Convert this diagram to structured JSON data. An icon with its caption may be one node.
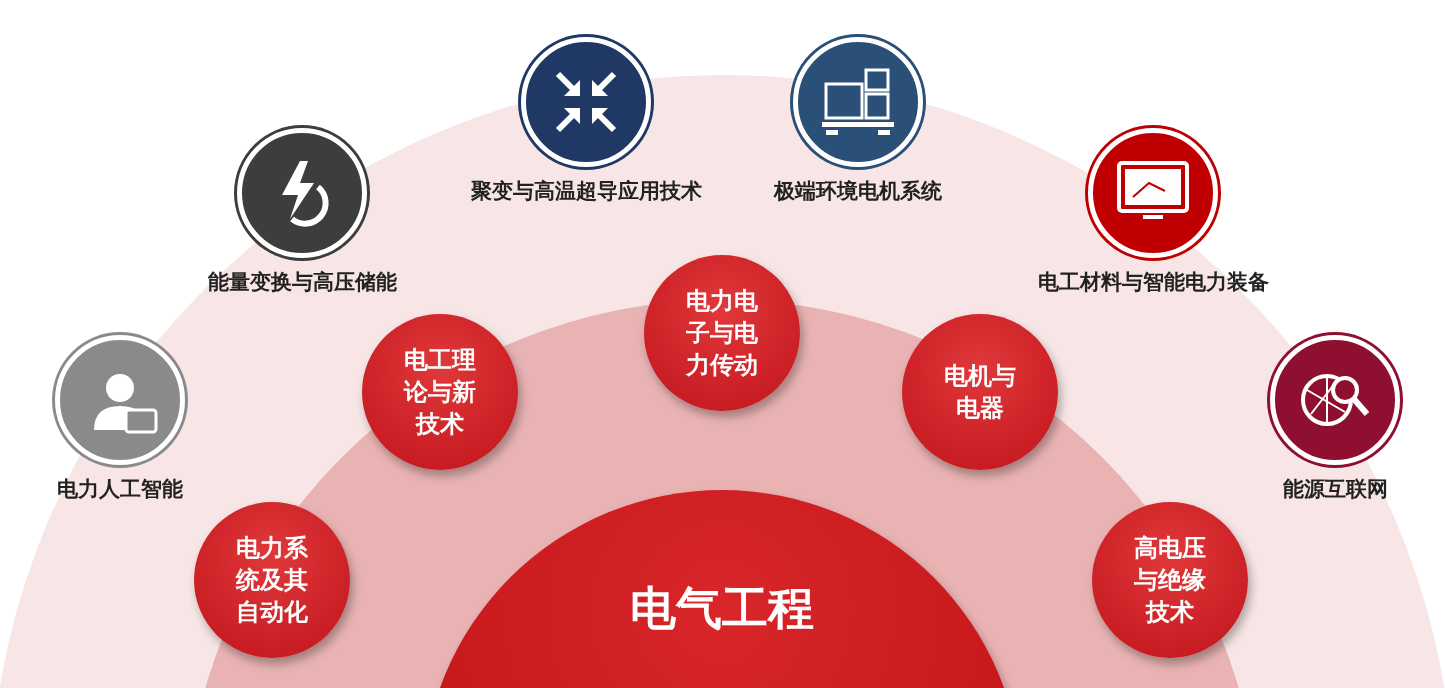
{
  "diagram": {
    "nodes": [
      {
        "text": [
          "电气工程"
        ]
      },
      {
        "text": [
          "电力系统及其自动化"
        ]
      },
      {
        "text": [
          "电工理论与新技术"
        ]
      },
      {
        "text": [
          "电力电子与电力传动"
        ]
      },
      {
        "text": [
          "电机与电器"
        ]
      },
      {
        "text": [
          "高电压与绝缘技术"
        ]
      },
      {
        "text": [
          "电力人工智能"
        ]
      },
      {
        "text": [
          "能量变换与高压储能"
        ]
      },
      {
        "text": [
          "聚变与高温超导应用技术"
        ]
      },
      {
        "text": [
          "极端环境电机系统"
        ]
      },
      {
        "text": [
          "电工材料与智能电力装备"
        ]
      },
      {
        "text": [
          "能源互联网"
        ]
      }
    ],
    "edges": []
  }
}
